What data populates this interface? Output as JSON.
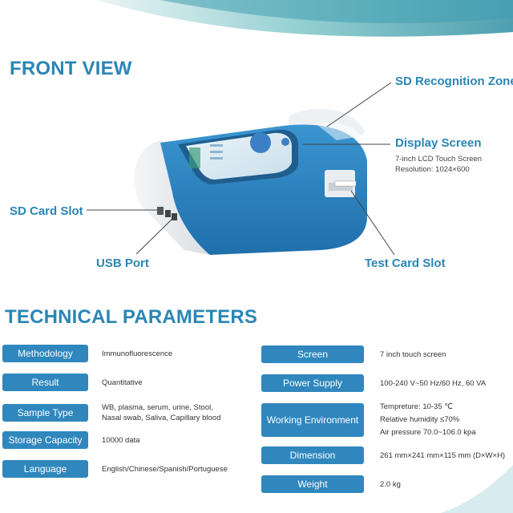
{
  "front_view": {
    "title": "FRONT VIEW",
    "callouts": {
      "sd_recognition_zone": "SD Recognition Zone",
      "display_screen": "Display Screen",
      "display_screen_note_1": "7-inch LCD Touch Screen",
      "display_screen_note_2": "Resolution: 1024×600",
      "sd_card_slot": "SD Card Slot",
      "usb_port": "USB Port",
      "test_card_slot": "Test Card Slot"
    }
  },
  "technical": {
    "title": "TECHNICAL PARAMETERS",
    "left": [
      {
        "label": "Methodology",
        "value": [
          "Immunofluorescence"
        ]
      },
      {
        "label": "Result",
        "value": [
          "Quantitative"
        ]
      },
      {
        "label": "Sample Type",
        "value": [
          "WB, plasma, serum, urine, Stool,",
          "Nasal swab, Saliva, Capillary blood"
        ]
      },
      {
        "label": "Storage Capacity",
        "value": [
          "10000 data"
        ]
      },
      {
        "label": "Language",
        "value": [
          "English/Chinese/Spanish/Portuguese"
        ]
      }
    ],
    "right": [
      {
        "label": "Screen",
        "value": [
          "7 inch touch screen"
        ]
      },
      {
        "label": "Power Supply",
        "value": [
          "100-240 V~50 Hz/60 Hz, 60 VA"
        ]
      },
      {
        "label": "Working Environment",
        "value": [
          "Tempreture: 10-35 ℃",
          "Relative humidity ≤70%",
          "Air pressure 70.0~106.0 kpa"
        ]
      },
      {
        "label": "Dimension",
        "value": [
          "261 mm×241 mm×115 mm (D×W×H)"
        ]
      },
      {
        "label": "Weight",
        "value": [
          "2.0 kg"
        ]
      }
    ]
  },
  "colors": {
    "accent": "#2a86b5",
    "pill": "#2f87bd",
    "device_blue": "#2b80c0"
  }
}
